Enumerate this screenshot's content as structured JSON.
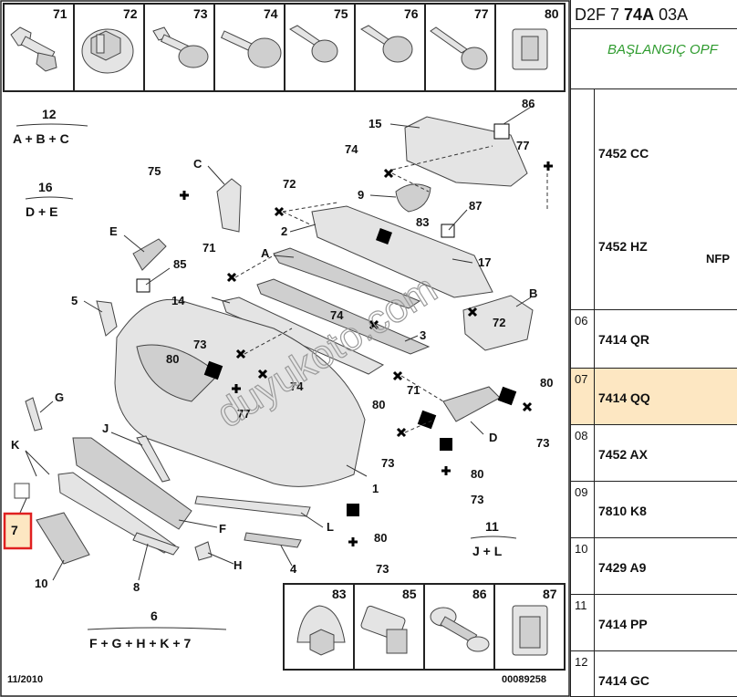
{
  "header": {
    "code_prefix": "D2F 7",
    "code_bold": "74A",
    "code_suffix": "03A",
    "subtitle": "BAŞLANGIÇ OPF"
  },
  "top_row_parts": [
    "71",
    "72",
    "73",
    "74",
    "75",
    "76",
    "77",
    "80"
  ],
  "bottom_row_parts": [
    "83",
    "85",
    "86",
    "87"
  ],
  "table_rows": [
    {
      "num": "",
      "code": "7452 CC",
      "note": ""
    },
    {
      "num": "",
      "code": "7452 HZ",
      "note": "NFP"
    },
    {
      "num": "06",
      "code": "7414 QR",
      "note": ""
    },
    {
      "num": "07",
      "code": "7414 QQ",
      "note": "",
      "highlight": true
    },
    {
      "num": "08",
      "code": "7452 AX",
      "note": ""
    },
    {
      "num": "09",
      "code": "7810 K8",
      "note": ""
    },
    {
      "num": "10",
      "code": "7429 A9",
      "note": ""
    },
    {
      "num": "11",
      "code": "7414 PP",
      "note": ""
    },
    {
      "num": "12",
      "code": "7414 GC",
      "note": ""
    }
  ],
  "groups": {
    "g12_num": "12",
    "g12_formula": "A + B + C",
    "g16_num": "16",
    "g16_formula": "D + E",
    "g11_num": "11",
    "g11_formula": "J + L",
    "g6_num": "6",
    "g6_formula": "F + G + H + K + 7"
  },
  "labels": {
    "p1": "1",
    "p2": "2",
    "p3": "3",
    "p4": "4",
    "p5": "5",
    "p7": "7",
    "p8": "8",
    "p9": "9",
    "p10": "10",
    "p14": "14",
    "p15": "15",
    "p17": "17",
    "A": "A",
    "B": "B",
    "C": "C",
    "D": "D",
    "E": "E",
    "F": "F",
    "G": "G",
    "H": "H",
    "J": "J",
    "K": "K",
    "L": "L",
    "n71a": "71",
    "n71b": "71",
    "n72a": "72",
    "n72b": "72",
    "n73a": "73",
    "n73b": "73",
    "n73c": "73",
    "n73d": "73",
    "n73e": "73",
    "n74a": "74",
    "n74b": "74",
    "n74c": "74",
    "n75": "75",
    "n77a": "77",
    "n77b": "77",
    "n80a": "80",
    "n80b": "80",
    "n80c": "80",
    "n80d": "80",
    "n80e": "80",
    "n83": "83",
    "n85": "85",
    "n86": "86",
    "n87": "87"
  },
  "footer": {
    "date": "11/2010",
    "ref": "00089258"
  },
  "watermark": "duyukoto.com",
  "colors": {
    "highlight_row": "#fde7c2",
    "subtitle_green": "#2e9b2e",
    "callout_red": "#e02020",
    "callout_fill": "#fde7c2"
  }
}
